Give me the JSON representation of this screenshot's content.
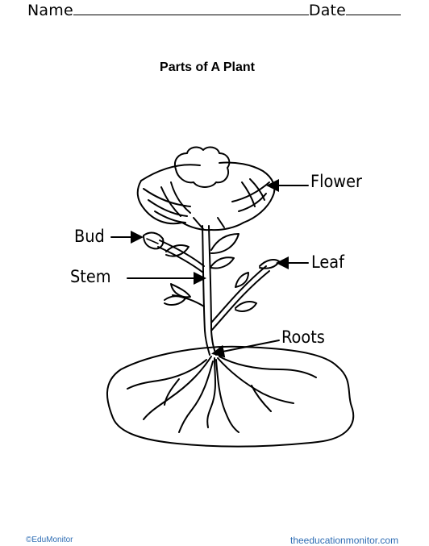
{
  "header": {
    "name_label": "Name",
    "date_label": "Date"
  },
  "title": "Parts of A Plant",
  "labels": {
    "flower": "Flower",
    "bud": "Bud",
    "stem": "Stem",
    "leaf": "Leaf",
    "roots": "Roots"
  },
  "footer": {
    "copyright": "©EduMonitor",
    "website": "theeducationmonitor.com",
    "link_color": "#2e6db4"
  }
}
